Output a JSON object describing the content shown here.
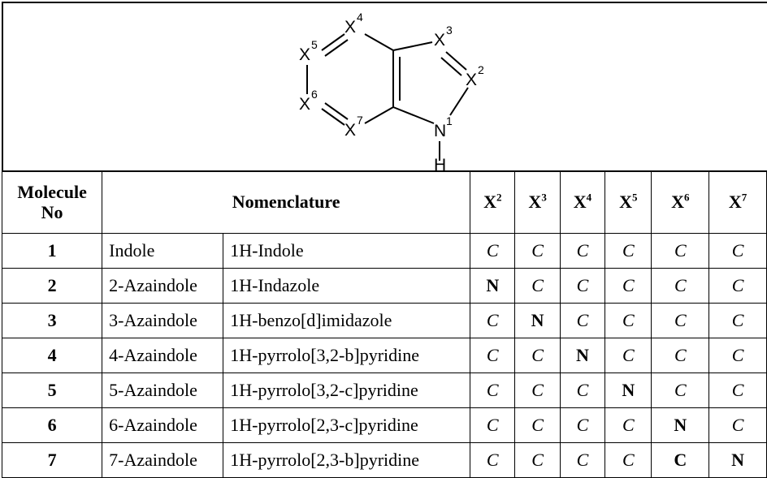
{
  "structure": {
    "atoms": {
      "x2": {
        "letter": "X",
        "num": "2"
      },
      "x3": {
        "letter": "X",
        "num": "3"
      },
      "x4": {
        "letter": "X",
        "num": "4"
      },
      "x5": {
        "letter": "X",
        "num": "5"
      },
      "x6": {
        "letter": "X",
        "num": "6"
      },
      "x7": {
        "letter": "X",
        "num": "7"
      },
      "n1": {
        "letter": "N",
        "num": "1"
      },
      "h": {
        "letter": "H"
      }
    }
  },
  "table": {
    "headers": {
      "molecule_line1": "Molecule",
      "molecule_line2": "No",
      "nomenclature": "Nomenclature",
      "x_columns": [
        {
          "letter": "X",
          "num": "2"
        },
        {
          "letter": "X",
          "num": "3"
        },
        {
          "letter": "X",
          "num": "4"
        },
        {
          "letter": "X",
          "num": "5"
        },
        {
          "letter": "X",
          "num": "6"
        },
        {
          "letter": "X",
          "num": "7"
        }
      ]
    },
    "rows": [
      {
        "no": "1",
        "common": "Indole",
        "iupac": "1H-Indole",
        "x": [
          "C",
          "C",
          "C",
          "C",
          "C",
          "C"
        ]
      },
      {
        "no": "2",
        "common": "2-Azaindole",
        "iupac": "1H-Indazole",
        "x": [
          "N",
          "C",
          "C",
          "C",
          "C",
          "C"
        ]
      },
      {
        "no": "3",
        "common": "3-Azaindole",
        "iupac": "1H-benzo[d]imidazole",
        "x": [
          "C",
          "N",
          "C",
          "C",
          "C",
          "C"
        ]
      },
      {
        "no": "4",
        "common": "4-Azaindole",
        "iupac": "1H-pyrrolo[3,2-b]pyridine",
        "x": [
          "C",
          "C",
          "N",
          "C",
          "C",
          "C"
        ]
      },
      {
        "no": "5",
        "common": "5-Azaindole",
        "iupac": "1H-pyrrolo[3,2-c]pyridine",
        "x": [
          "C",
          "C",
          "C",
          "N",
          "C",
          "C"
        ]
      },
      {
        "no": "6",
        "common": "6-Azaindole",
        "iupac": "1H-pyrrolo[2,3-c]pyridine",
        "x": [
          "C",
          "C",
          "C",
          "C",
          "N",
          "C"
        ]
      },
      {
        "no": "7",
        "common": "7-Azaindole",
        "iupac": "1H-pyrrolo[2,3-b]pyridine",
        "x": [
          "C",
          "C",
          "C",
          "C",
          "C",
          "N"
        ]
      }
    ]
  }
}
